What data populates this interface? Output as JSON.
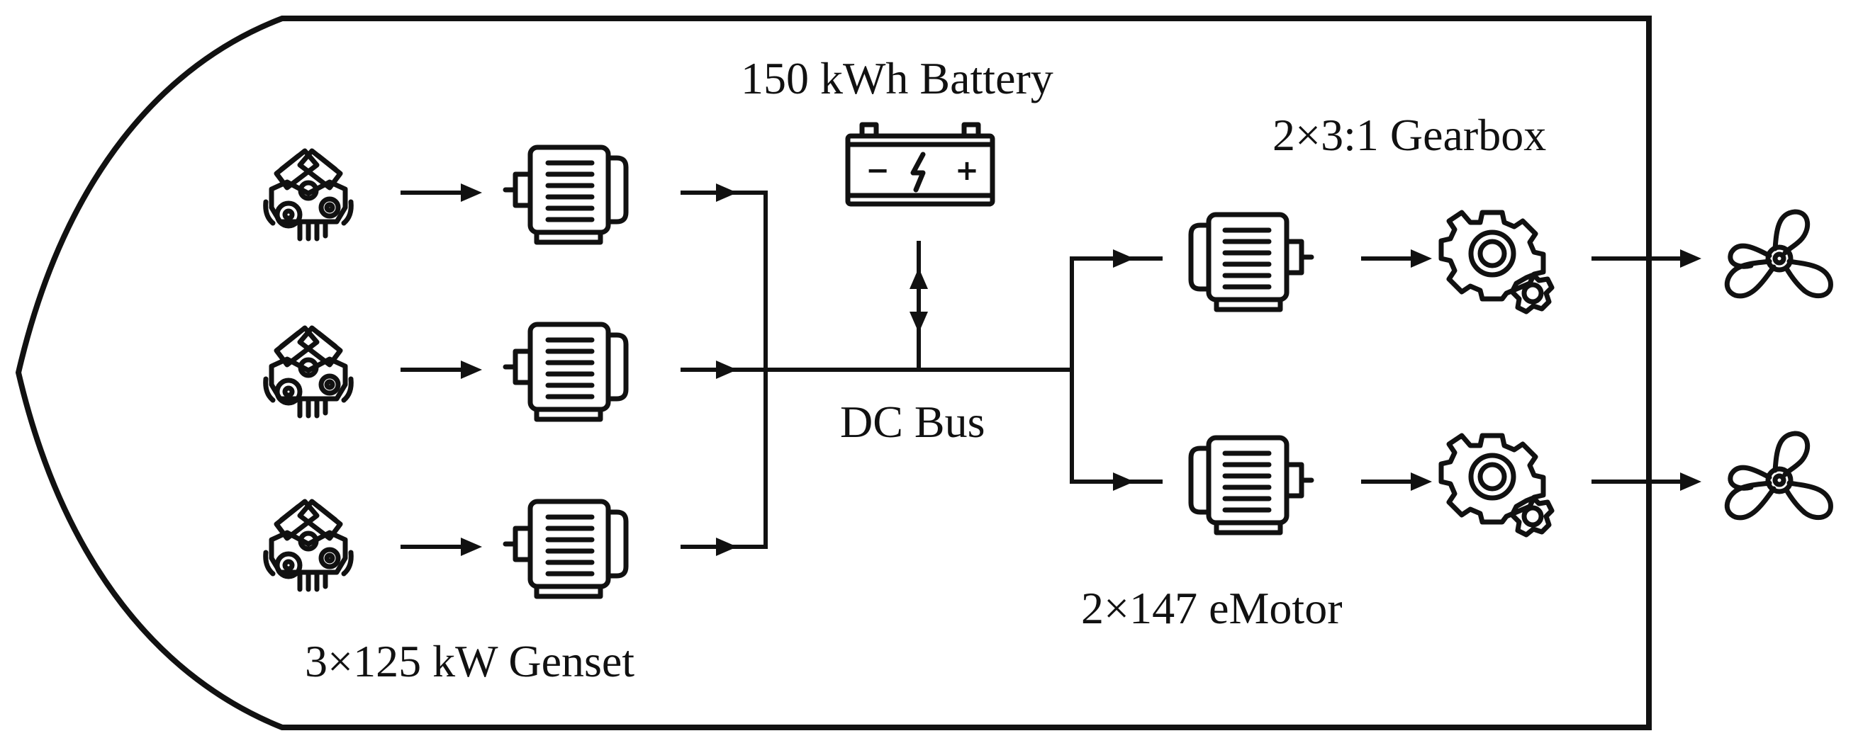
{
  "labels": {
    "battery": "150 kWh Battery",
    "gearbox": "2×3:1 Gearbox",
    "dc_bus": "DC Bus",
    "emotor": "2×147 eMotor",
    "genset": "3×125 kW Genset"
  },
  "battery_symbols": {
    "minus": "−",
    "plus": "+"
  },
  "icons": {
    "engine": "engine-icon",
    "generator": "generator-icon",
    "battery": "battery-icon",
    "motor": "motor-icon",
    "gearbox": "gears-icon",
    "propeller": "propeller-icon"
  },
  "colors": {
    "line": "#111111",
    "background": "#ffffff"
  }
}
